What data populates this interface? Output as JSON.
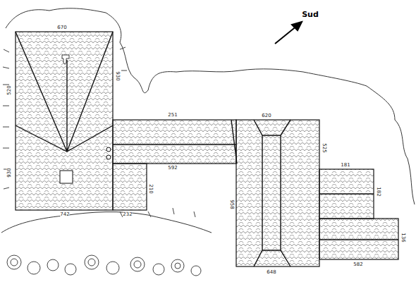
{
  "diagram": {
    "labels": [
      "Sud",
      "670",
      "930",
      "520",
      "930",
      "742",
      "210",
      "232",
      "251",
      "592",
      "620",
      "525",
      "958",
      "648",
      "181",
      "182",
      "136",
      "582"
    ]
  }
}
